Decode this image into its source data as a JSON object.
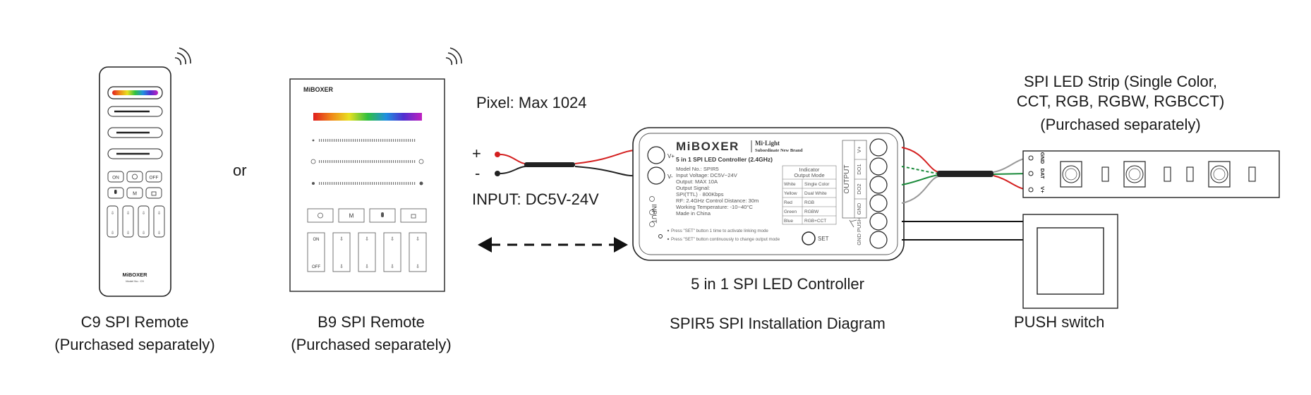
{
  "title": "SPIR5 SPI Installation Diagram",
  "c9_remote": {
    "label_line1": "C9 SPI Remote",
    "label_line2": "(Purchased separately)",
    "brand": "MiBOXER",
    "model": "Model No.: C9",
    "buttons": [
      "ON",
      "OFF",
      "M"
    ]
  },
  "or_text": "or",
  "b9_remote": {
    "label_line1": "B9 SPI Remote",
    "label_line2": "(Purchased separately)",
    "brand": "MiBOXER",
    "buttons": [
      "M",
      "ON",
      "OFF"
    ]
  },
  "input": {
    "pixel": "Pixel: Max 1024",
    "voltage": "INPUT: DC5V-24V",
    "plus": "+",
    "minus": "-"
  },
  "controller": {
    "brand": "MiBOXER",
    "brand_sub1": "Mi·Light",
    "brand_sub2": "Subordinate New Brand",
    "product": "5 in 1 SPI LED Controller (2.4GHz)",
    "caption": "5 in 1 SPI LED Controller",
    "specs": [
      "Model No.: SPIR5",
      "Input Voltage: DC5V~24V",
      "Output: MAX 10A",
      "Output Signal:",
      "SPI(TTL) · 800Kbps",
      "RF: 2.4GHz  Control Distance: 30m",
      "Working Temperature: -10~40°C",
      "Made in China"
    ],
    "indicator_title_1": "Indicator",
    "indicator_title_2": "Output Mode",
    "indicator_rows": [
      [
        "White",
        "Single Color"
      ],
      [
        "Yellow",
        "Dual White"
      ],
      [
        "Red",
        "RGB"
      ],
      [
        "Green",
        "RGBW"
      ],
      [
        "Blue",
        "RGB+CCT"
      ]
    ],
    "notes": [
      "Press \"SET\" button 1 time to activate linking mode",
      "Press \"SET\" button continuously to change output mode"
    ],
    "set_label": "SET",
    "input_label": "INPUT",
    "output_label": "OUTPUT",
    "vplus": "V+",
    "vminus": "V-",
    "terminals_out": [
      "V+",
      "DO1",
      "DO2",
      "GND"
    ],
    "push_label": "GND PUSH"
  },
  "led_strip": {
    "label_line1": "SPI LED Strip (Single Color,",
    "label_line2": "CCT, RGB, RGBW, RGBCCT)",
    "label_line3": "(Purchased separately)",
    "pins": [
      "GND",
      "DAT",
      "V+"
    ]
  },
  "push_switch": {
    "label": "PUSH switch"
  }
}
